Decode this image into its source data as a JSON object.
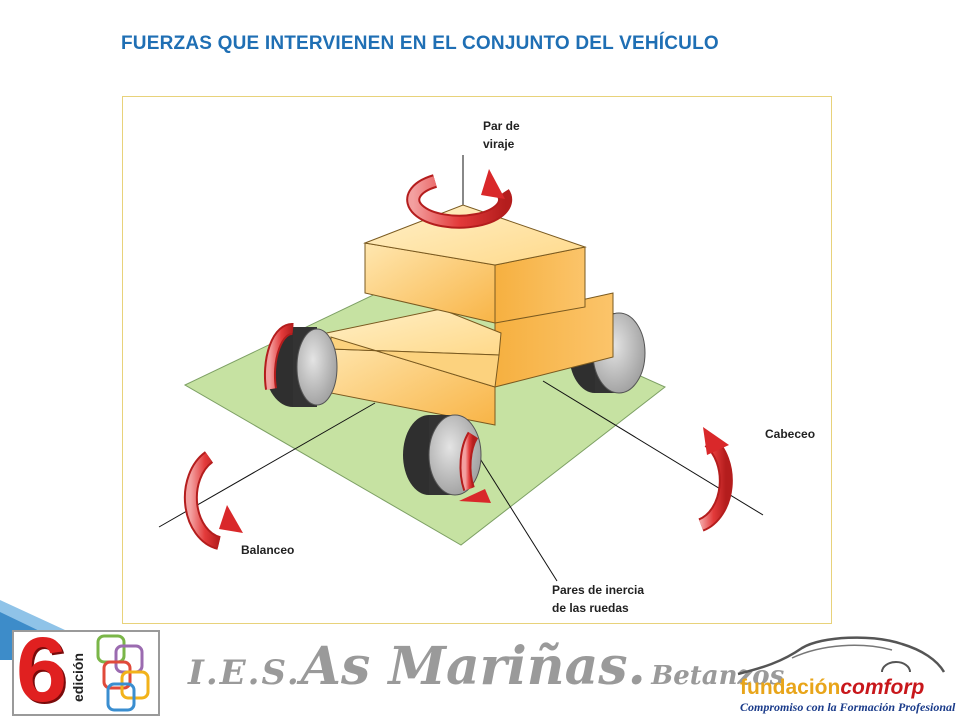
{
  "slide": {
    "title": "FUERZAS QUE INTERVIENEN EN EL CONJUNTO DEL VEHÍCULO"
  },
  "diagram": {
    "labels": {
      "par_de_viraje": [
        "Par de",
        "viraje"
      ],
      "cabeceo": "Cabeceo",
      "balanceo": "Balanceo",
      "pares_inercia": [
        "Pares de inercia",
        "de las ruedas"
      ]
    },
    "colors": {
      "ground": "#c6e2a2",
      "body_light": "#ffe3a6",
      "body_dark": "#f7a93b",
      "wheel": "#3a3a3a",
      "hub": "#b8b8b8",
      "arrow": "#d9282a",
      "title": "#1f6fb4",
      "frame": "#e8d27a"
    }
  },
  "footer": {
    "badge_number": "6",
    "badge_word": "edición",
    "school_prefix": "I.E.S.",
    "school_name": "As Mariñas.",
    "school_city": "Betanzos",
    "logo_part1": "fundación",
    "logo_part2": "comforp",
    "logo_tagline": "Compromiso con la Formación Profesional"
  }
}
